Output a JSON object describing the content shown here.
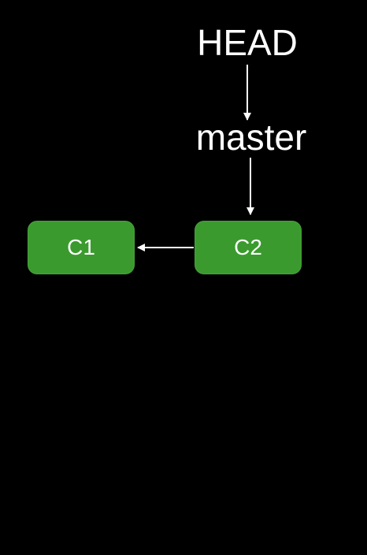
{
  "refs": {
    "head": "HEAD",
    "branch": "master"
  },
  "commits": [
    {
      "label": "C1"
    },
    {
      "label": "C2"
    }
  ],
  "colors": {
    "background": "#000000",
    "commit_fill": "#3a9a2e",
    "text": "#ffffff",
    "arrow": "#ffffff"
  }
}
